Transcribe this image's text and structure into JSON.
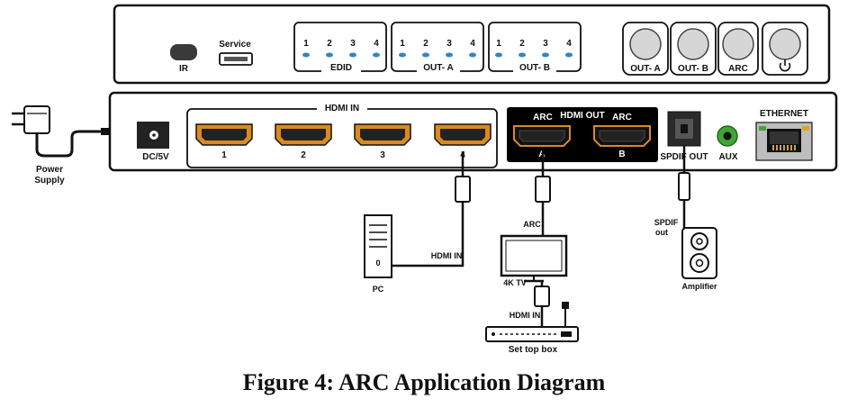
{
  "front_panel": {
    "ir_label": "IR",
    "service_label": "Service",
    "edid": {
      "numbers": [
        "1",
        "2",
        "3",
        "4"
      ],
      "label": "EDID"
    },
    "out_a_leds": {
      "numbers": [
        "1",
        "2",
        "3",
        "4"
      ],
      "label": "OUT- A"
    },
    "out_b_leds": {
      "numbers": [
        "1",
        "2",
        "3",
        "4"
      ],
      "label": "OUT- B"
    },
    "buttons": [
      "OUT- A",
      "OUT- B",
      "ARC",
      "power-icon"
    ]
  },
  "rear_panel": {
    "dc_label": "DC/5V",
    "hdmi_in_label": "HDMI IN",
    "hdmi_in_ports": [
      "1",
      "2",
      "3",
      "4"
    ],
    "hdmi_out_label": "HDMI OUT",
    "hdmi_out_ports": [
      {
        "arc": "ARC",
        "name": "A"
      },
      {
        "arc": "ARC",
        "name": "B"
      }
    ],
    "spdif_label": "SPDIF OUT",
    "aux_label": "AUX",
    "ethernet_label": "ETHERNET"
  },
  "devices": {
    "power_supply": [
      "Power",
      "Supply"
    ],
    "pc": "PC",
    "pc_digit": "0",
    "pc_cable_label": "HDMI IN",
    "tv": "4K TV",
    "tv_cable_label": "ARC",
    "stb": "Set top box",
    "stb_cable_label": "HDMI IN",
    "amplifier": "Amplifier",
    "spdif_cable_label": [
      "SPDIF",
      "out"
    ]
  },
  "colors": {
    "panel_stroke": "#111111",
    "hdmi_gold": "#d98b1f",
    "led_blue": "#2d86c9",
    "aux_green": "#3fa535",
    "hdmi_out_block": "#000000"
  },
  "caption": "Figure 4: ARC Application Diagram"
}
